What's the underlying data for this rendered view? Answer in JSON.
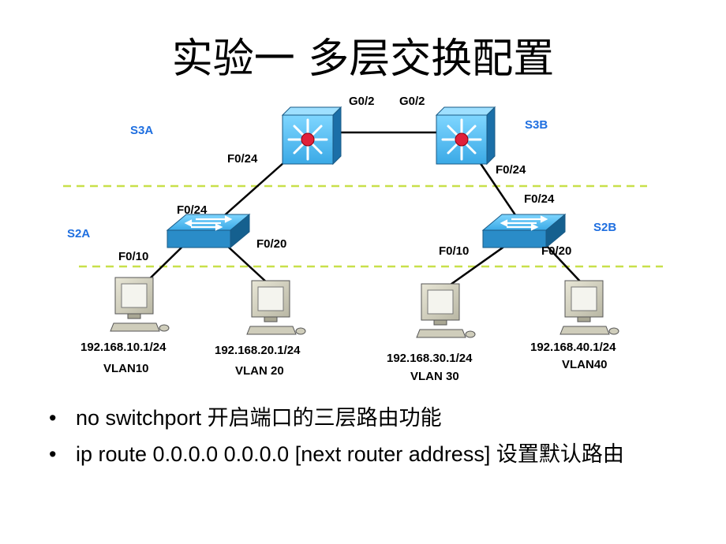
{
  "title": "实验一 多层交换配置",
  "devices": {
    "s3a": "S3A",
    "s3b": "S3B",
    "s2a": "S2A",
    "s2b": "S2B"
  },
  "ports": {
    "s3a_g": "G0/2",
    "s3b_g": "G0/2",
    "s3a_f": "F0/24",
    "s3b_f": "F0/24",
    "s2a_up": "F0/24",
    "s2b_up": "F0/24",
    "s2a_left": "F0/10",
    "s2a_right": "F0/20",
    "s2b_left": "F0/10",
    "s2b_right": "F0/20"
  },
  "hosts": [
    {
      "ip": "192.168.10.1/24",
      "vlan": "VLAN10"
    },
    {
      "ip": "192.168.20.1/24",
      "vlan": "VLAN 20"
    },
    {
      "ip": "192.168.30.1/24",
      "vlan": "VLAN 30"
    },
    {
      "ip": "192.168.40.1/24",
      "vlan": "VLAN40"
    }
  ],
  "bullets": [
    {
      "symbol": "•",
      "text": "no switchport 开启端口的三层路由功能"
    },
    {
      "symbol": "•",
      "text": "ip route 0.0.0.0 0.0.0.0 [next router address] 设置默认路由"
    }
  ]
}
